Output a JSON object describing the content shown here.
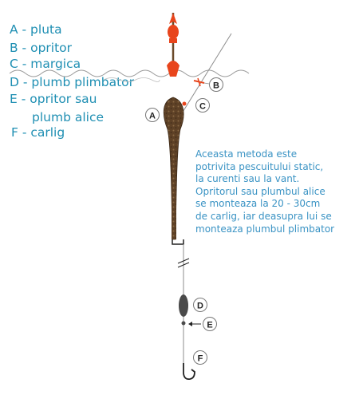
{
  "legend": [
    "A - pluta",
    "B - opritor",
    "C - margica",
    "D - plumb plimbator",
    "E - opritor sau",
    "plumb alice",
    "F - carlig"
  ],
  "description_lines": [
    "Aceasta metoda este",
    "potrivita pescuitului static,",
    "la curenti sau la vant.",
    "Opritorul sau plumbul alice",
    "se monteaza la 20 - 30cm",
    "de carlig, iar deasupra lui se",
    "monteaza plumbul plimbator"
  ],
  "callouts": {
    "a": "A",
    "b": "B",
    "c": "C",
    "d": "D",
    "e": "E",
    "f": "F"
  },
  "colors": {
    "legend_text": "#1f8fb3",
    "description_text": "#3a93c4",
    "float_tip": "#e8451c",
    "float_body": "#6b4a2a",
    "stopper": "#e8451c",
    "line": "#8c8c8c",
    "lead": "#4a4a4a"
  }
}
